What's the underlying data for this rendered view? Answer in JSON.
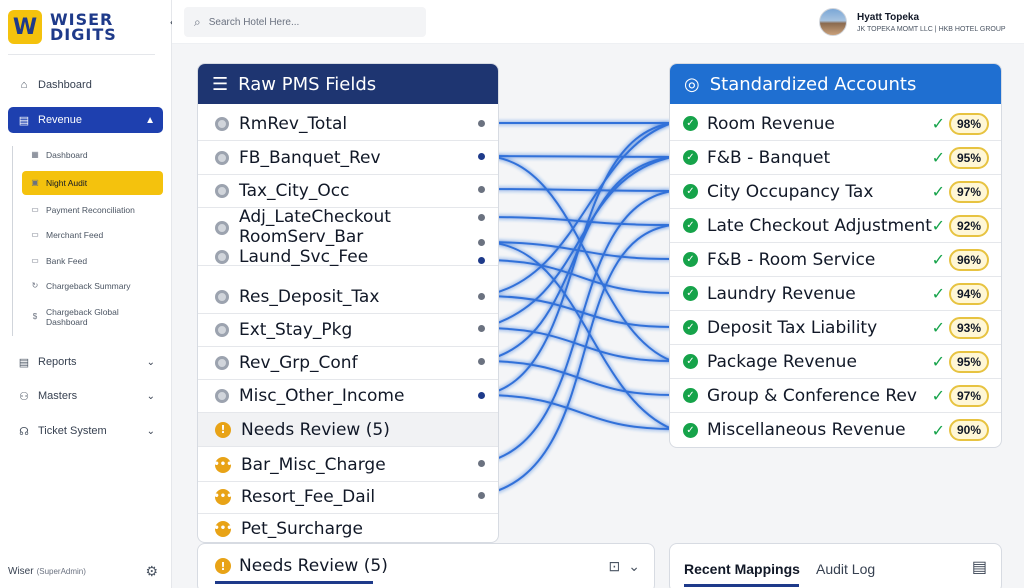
{
  "brand": {
    "mark": "W",
    "line1": "WISER",
    "line2": "DIGITS"
  },
  "sidebar": {
    "items": [
      {
        "label": "Dashboard",
        "icon": "home-icon"
      },
      {
        "label": "Revenue",
        "icon": "chart-icon"
      },
      {
        "label": "Reports",
        "icon": "report-icon"
      },
      {
        "label": "Masters",
        "icon": "tree-icon"
      },
      {
        "label": "Ticket System",
        "icon": "headset-icon"
      }
    ],
    "revenue_sub": [
      {
        "label": "Dashboard"
      },
      {
        "label": "Night Audit"
      },
      {
        "label": "Payment Reconciliation"
      },
      {
        "label": "Merchant Feed"
      },
      {
        "label": "Bank Feed"
      },
      {
        "label": "Chargeback Summary"
      },
      {
        "label": "Chargeback Global Dashboard"
      }
    ],
    "footer": {
      "user": "Wiser",
      "role": "(SuperAdmin)"
    }
  },
  "topbar": {
    "search_placeholder": "Search Hotel Here...",
    "hotel_name": "Hyatt Topeka",
    "hotel_sub": "JK TOPEKA MOMT LLC | HKB HOTEL GROUP"
  },
  "raw_panel": {
    "title": "Raw PMS Fields",
    "fields": [
      "RmRev_Total",
      "FB_Banquet_Rev",
      "Tax_City_Occ",
      "Adj_LateCheckout",
      "RoomServ_Bar",
      "Laund_Svc_Fee",
      "Res_Deposit_Tax",
      "Ext_Stay_Pkg",
      "Rev_Grp_Conf",
      "Misc_Other_Income"
    ],
    "review_heading": "Needs Review (5)",
    "review_fields": [
      "Bar_Misc_Charge",
      "Resort_Fee_Dail",
      "Pet_Surcharge"
    ]
  },
  "std_panel": {
    "title": "Standardized Accounts",
    "accounts": [
      {
        "name": "Room Revenue",
        "confidence": "98%"
      },
      {
        "name": "F&B - Banquet",
        "confidence": "95%"
      },
      {
        "name": "City Occupancy Tax",
        "confidence": "97%"
      },
      {
        "name": "Late Checkout Adjustment",
        "confidence": "92%"
      },
      {
        "name": "F&B - Room Service",
        "confidence": "96%"
      },
      {
        "name": "Laundry Revenue",
        "confidence": "94%"
      },
      {
        "name": "Deposit Tax Liability",
        "confidence": "93%"
      },
      {
        "name": "Package Revenue",
        "confidence": "95%"
      },
      {
        "name": "Group & Conference Rev",
        "confidence": "97%"
      },
      {
        "name": "Miscellaneous Revenue",
        "confidence": "90%"
      }
    ]
  },
  "bottom_left": {
    "title": "Needs Review (5)"
  },
  "bottom_right": {
    "tab_active": "Recent Mappings",
    "tab_other": "Audit Log"
  },
  "colors": {
    "navy": "#1e3571",
    "blue": "#1f6fd1",
    "accent_yellow": "#f4c20d",
    "success": "#16a34a",
    "warning": "#e8a317"
  }
}
